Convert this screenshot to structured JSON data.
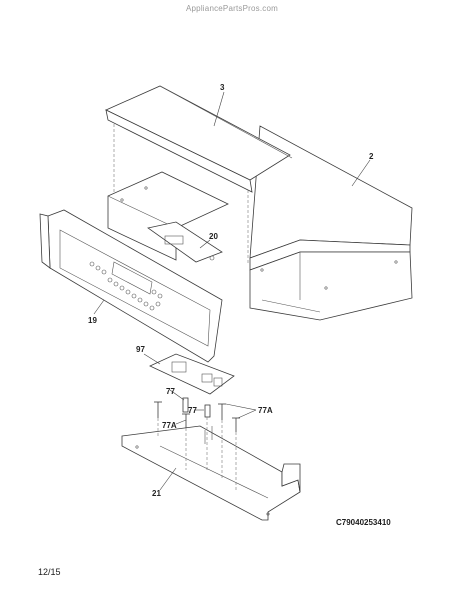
{
  "watermark": "AppliancePartsPros.com",
  "diagram_code": "C79040253410",
  "revision_date": "12/15",
  "callouts": {
    "top_cover": "3",
    "main_body": "2",
    "control_board_small": "20",
    "control_panel": "19",
    "board": "97",
    "standoff_left": "77",
    "standoff_right": "77",
    "screws_left": "77A",
    "screws_right": "77A",
    "bracket": "21"
  }
}
